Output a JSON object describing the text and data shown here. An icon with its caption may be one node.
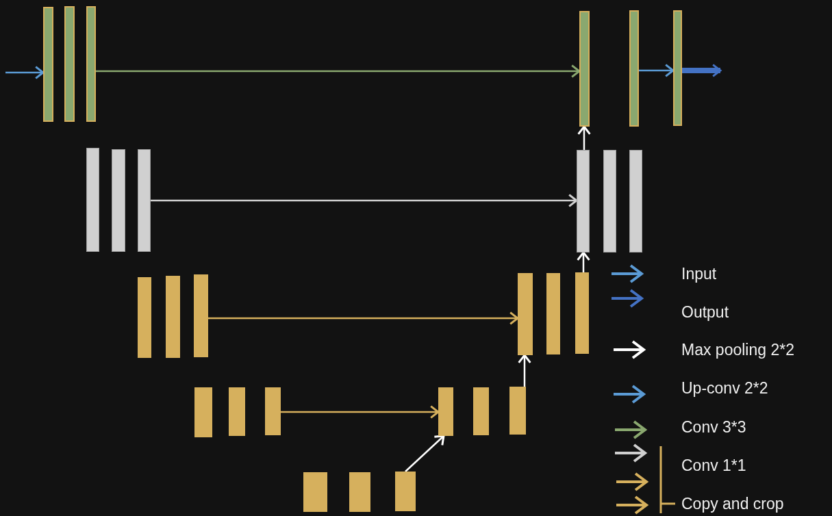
{
  "diagram": {
    "nodes": [
      {
        "text": [],
        "shape": "bar"
      },
      {
        "text": [],
        "shape": "bar"
      },
      {
        "text": [],
        "shape": "bar"
      },
      {
        "text": [],
        "shape": "bar"
      },
      {
        "text": [],
        "shape": "bar"
      },
      {
        "text": [],
        "shape": "bar"
      },
      {
        "text": [],
        "shape": "bar"
      },
      {
        "text": [],
        "shape": "bar"
      },
      {
        "text": [],
        "shape": "bar"
      },
      {
        "text": [],
        "shape": "bar"
      },
      {
        "text": [],
        "shape": "bar"
      },
      {
        "text": [],
        "shape": "bar"
      },
      {
        "text": [],
        "shape": "bar"
      },
      {
        "text": [],
        "shape": "bar"
      },
      {
        "text": [],
        "shape": "bar"
      },
      {
        "text": [],
        "shape": "bar"
      },
      {
        "text": [],
        "shape": "bar"
      },
      {
        "text": [],
        "shape": "bar"
      },
      {
        "text": [],
        "shape": "bar"
      },
      {
        "text": [],
        "shape": "bar"
      },
      {
        "text": [],
        "shape": "bar"
      },
      {
        "text": [],
        "shape": "bar"
      },
      {
        "text": [],
        "shape": "bar"
      },
      {
        "text": [],
        "shape": "bar"
      },
      {
        "text": [],
        "shape": "bar"
      },
      {
        "text": [],
        "shape": "bar"
      },
      {
        "text": [],
        "shape": "bar"
      }
    ],
    "edges": [
      {
        "from": null,
        "to": 0,
        "arrow": "to",
        "color": "#5b9bd5"
      },
      {
        "from": 2,
        "to": 3,
        "arrow": "to",
        "color": "#8aa86f"
      },
      {
        "from": 4,
        "to": 5,
        "arrow": "to",
        "color": "#5b9bd5"
      },
      {
        "from": 5,
        "to": null,
        "arrow": "to",
        "style": "thick",
        "color": "#4472c4"
      },
      {
        "from": 8,
        "to": 9,
        "arrow": "to",
        "color": "#d0d0d0"
      },
      {
        "from": 9,
        "to": 3,
        "arrow": "to",
        "color": "#ffffff"
      },
      {
        "from": 14,
        "to": 15,
        "arrow": "to",
        "color": "#d6b05d"
      },
      {
        "from": 17,
        "to": 9,
        "arrow": "to",
        "color": "#ffffff"
      },
      {
        "from": 20,
        "to": 21,
        "arrow": "to",
        "color": "#d6b05d"
      },
      {
        "from": 23,
        "to": 15,
        "arrow": "to",
        "color": "#ffffff"
      },
      {
        "from": 26,
        "to": 21,
        "arrow": "to",
        "color": "#ffffff"
      }
    ],
    "legend": [
      {
        "text": "Input"
      },
      {
        "text": "Output"
      },
      {
        "text": "Max pooling 2*2"
      },
      {
        "text": "Up-conv 2*2"
      },
      {
        "text": "Conv 3*3"
      },
      {
        "text": "Conv 1*1"
      },
      {
        "text": "Copy and crop"
      }
    ]
  }
}
